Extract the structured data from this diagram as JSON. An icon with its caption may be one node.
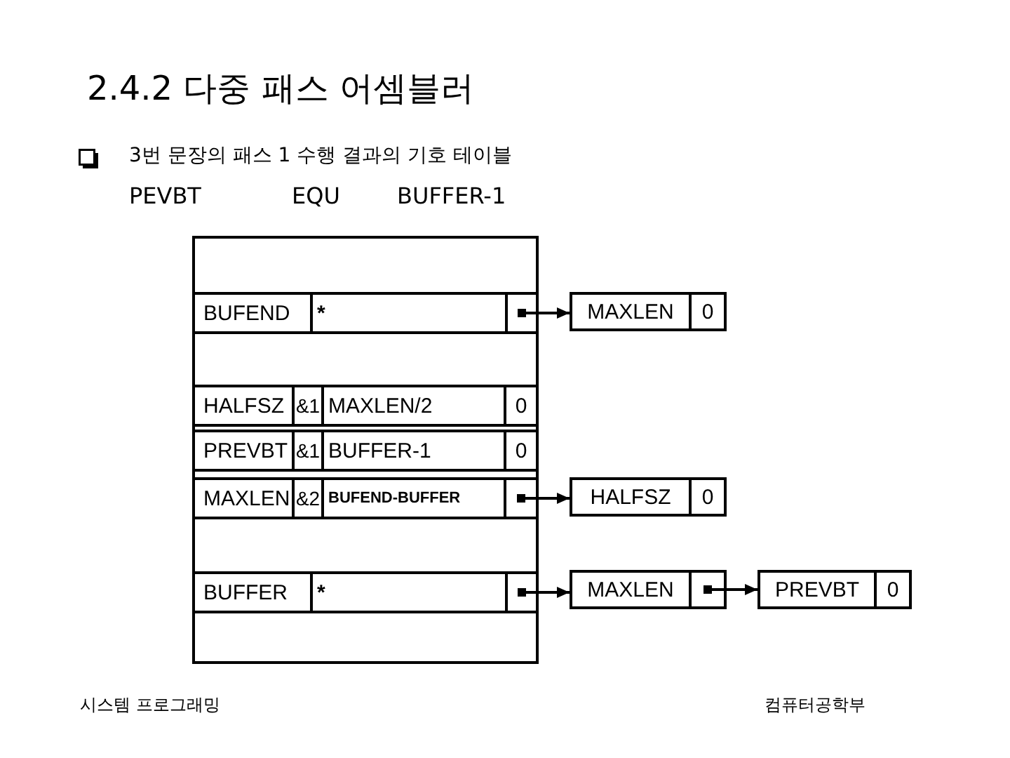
{
  "diagram": {
    "title": "2.4.2 다중 패스 어셈블러",
    "nodes": [
      {
        "text": [],
        "shape": "box"
      },
      {
        "text": [
          "BUFEND",
          "*"
        ],
        "in": 0
      },
      {
        "text": [
          "HALFSZ",
          "&1",
          "MAXLEN/2",
          "0"
        ],
        "in": 0
      },
      {
        "text": [
          "PREVBT",
          "&1",
          "BUFFER-1",
          "0"
        ],
        "in": 0
      },
      {
        "text": [
          "MAXLEN",
          "&2",
          "BUFEND-BUFFER"
        ],
        "in": 0
      },
      {
        "text": [
          "BUFFER",
          "*"
        ],
        "in": 0
      },
      {
        "text": [
          "MAXLEN",
          "0"
        ]
      },
      {
        "text": [
          "HALFSZ",
          "0"
        ]
      },
      {
        "text": [
          "MAXLEN"
        ]
      },
      {
        "text": [
          "PREVBT",
          "0"
        ]
      }
    ],
    "edges": [
      {
        "from": 1,
        "to": 6,
        "arrow": "to"
      },
      {
        "from": 4,
        "to": 7,
        "arrow": "to"
      },
      {
        "from": 5,
        "to": 8,
        "arrow": "to"
      },
      {
        "from": 8,
        "to": 9,
        "arrow": "to"
      }
    ],
    "labels": [
      "3번 문장의 패스 1 수행 결과의 기호 테이블",
      "PEVBT",
      "EQU",
      "BUFFER-1",
      "시스템 프로그래밍",
      "컴퓨터공학부"
    ]
  }
}
